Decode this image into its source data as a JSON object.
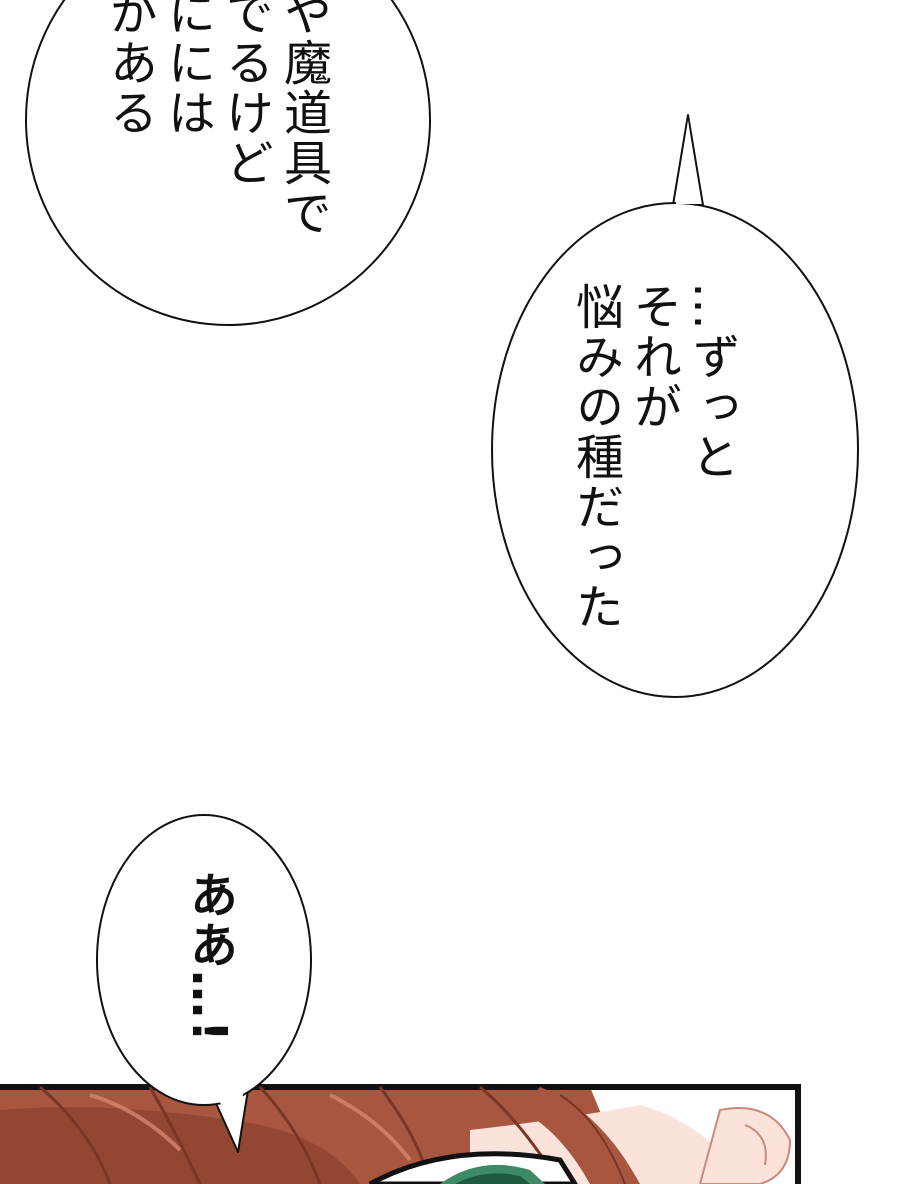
{
  "panel": {
    "colors": {
      "background": "#ffffff",
      "outline": "#111111",
      "hair_base": "#a8563f",
      "hair_dark": "#7a3526",
      "hair_light": "#d68670",
      "skin": "#fbe3dc",
      "eye_green": "#3f8a66"
    }
  },
  "bubbles": {
    "top_left": {
      "lines": [
        "や魔道具で",
        "でるけど",
        "にには",
        "がある"
      ]
    },
    "middle_right": {
      "lines": [
        "…ずっと",
        "それが",
        "悩みの種だった"
      ]
    },
    "bottom_left": {
      "lines": [
        "ああ…!"
      ]
    }
  }
}
